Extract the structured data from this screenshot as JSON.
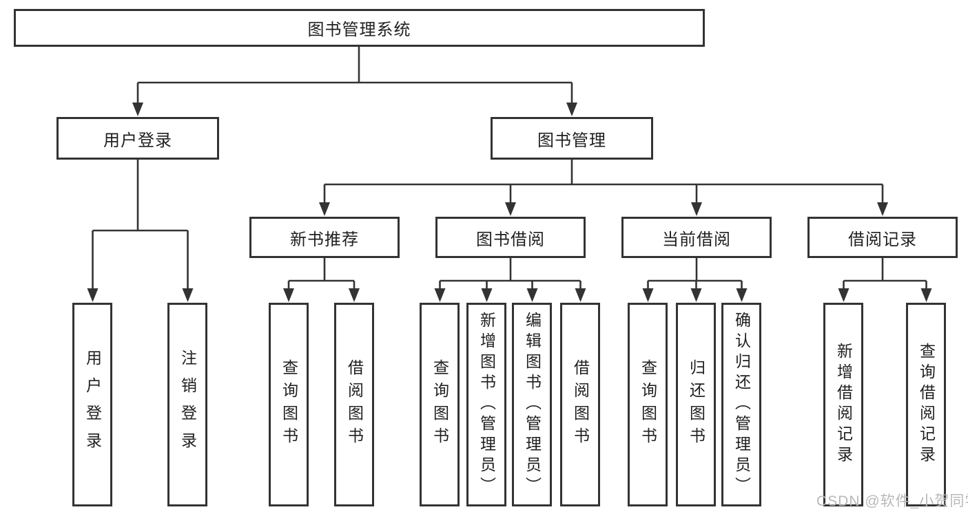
{
  "diagram": {
    "root": {
      "label": "图书管理系统"
    },
    "level2": [
      {
        "label": "用户登录"
      },
      {
        "label": "图书管理"
      }
    ],
    "level3": [
      {
        "label": "新书推荐"
      },
      {
        "label": "图书借阅"
      },
      {
        "label": "当前借阅"
      },
      {
        "label": "借阅记录"
      }
    ],
    "leaves": [
      {
        "label": "用户登录"
      },
      {
        "label": "注销登录"
      },
      {
        "label": "查询图书"
      },
      {
        "label": "借阅图书"
      },
      {
        "label": "查询图书"
      },
      {
        "label": "新增图书（管理员）"
      },
      {
        "label": "编辑图书（管理员）"
      },
      {
        "label": "借阅图书"
      },
      {
        "label": "查询图书"
      },
      {
        "label": "归还图书"
      },
      {
        "label": "确认归还（管理员）"
      },
      {
        "label": "新增借阅记录"
      },
      {
        "label": "查询借阅记录"
      }
    ]
  },
  "watermark": {
    "text": "CSDN @软件_小贺同学"
  },
  "colors": {
    "line": "#333333",
    "box_border": "#333333",
    "text": "#1f1f1f",
    "watermark": "#b7b8bb",
    "background": "#ffffff"
  }
}
